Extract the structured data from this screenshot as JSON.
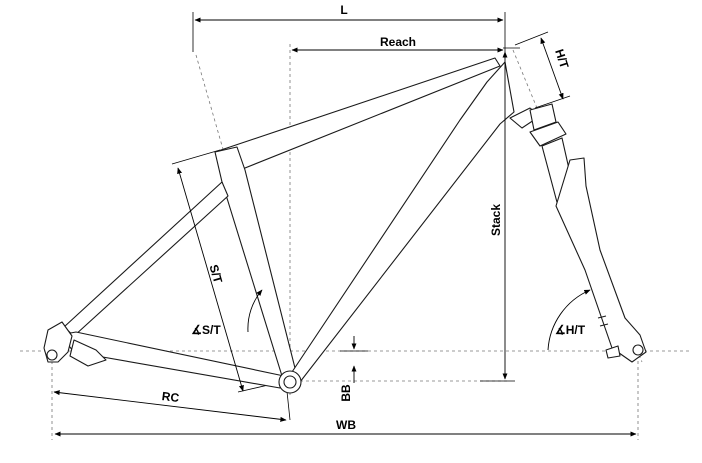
{
  "labels": {
    "l": "L",
    "reach": "Reach",
    "ht": "H/T",
    "stack": "Stack",
    "st": "S/T",
    "st_angle": "∡S/T",
    "ht_angle": "∡H/T",
    "rc": "RC",
    "bb": "BB",
    "wb": "WB"
  },
  "colors": {
    "line": "#000000",
    "frame": "#1a1a1a",
    "dash": "#777777"
  }
}
